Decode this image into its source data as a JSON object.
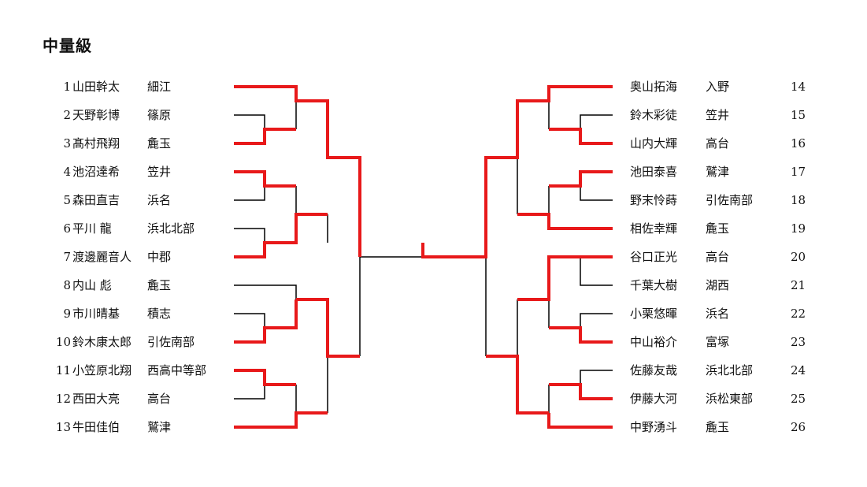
{
  "title": "中量級",
  "colors": {
    "winner_line": "#e8191a",
    "plain_line": "#000000"
  },
  "left": [
    {
      "no": "1",
      "name": "山田幹太",
      "school": "細江"
    },
    {
      "no": "2",
      "name": "天野彰博",
      "school": "篠原"
    },
    {
      "no": "3",
      "name": "髙村飛翔",
      "school": "麁玉"
    },
    {
      "no": "4",
      "name": "池沼達希",
      "school": "笠井"
    },
    {
      "no": "5",
      "name": "森田直吉",
      "school": "浜名"
    },
    {
      "no": "6",
      "name": "平川 龍",
      "school": "浜北北部"
    },
    {
      "no": "7",
      "name": "渡邊麗音人",
      "school": "中郡"
    },
    {
      "no": "8",
      "name": "内山 彪",
      "school": "麁玉"
    },
    {
      "no": "9",
      "name": "市川晴基",
      "school": "積志"
    },
    {
      "no": "10",
      "name": "鈴木康太郎",
      "school": "引佐南部"
    },
    {
      "no": "11",
      "name": "小笠原北翔",
      "school": "西高中等部"
    },
    {
      "no": "12",
      "name": "西田大亮",
      "school": "高台"
    },
    {
      "no": "13",
      "name": "牛田佳伯",
      "school": "鷲津"
    }
  ],
  "right": [
    {
      "no": "14",
      "name": "奥山拓海",
      "school": "入野"
    },
    {
      "no": "15",
      "name": "鈴木彩徒",
      "school": "笠井"
    },
    {
      "no": "16",
      "name": "山内大輝",
      "school": "高台"
    },
    {
      "no": "17",
      "name": "池田泰喜",
      "school": "鷲津"
    },
    {
      "no": "18",
      "name": "野末怜蒔",
      "school": "引佐南部"
    },
    {
      "no": "19",
      "name": "相佐幸輝",
      "school": "麁玉"
    },
    {
      "no": "20",
      "name": "谷口正光",
      "school": "高台"
    },
    {
      "no": "21",
      "name": "千葉大樹",
      "school": "湖西"
    },
    {
      "no": "22",
      "name": "小栗悠暉",
      "school": "浜名"
    },
    {
      "no": "23",
      "name": "中山裕介",
      "school": "富塚"
    },
    {
      "no": "24",
      "name": "佐藤友哉",
      "school": "浜北北部"
    },
    {
      "no": "25",
      "name": "伊藤大河",
      "school": "浜松東部"
    },
    {
      "no": "26",
      "name": "中野湧斗",
      "school": "麁玉"
    }
  ]
}
